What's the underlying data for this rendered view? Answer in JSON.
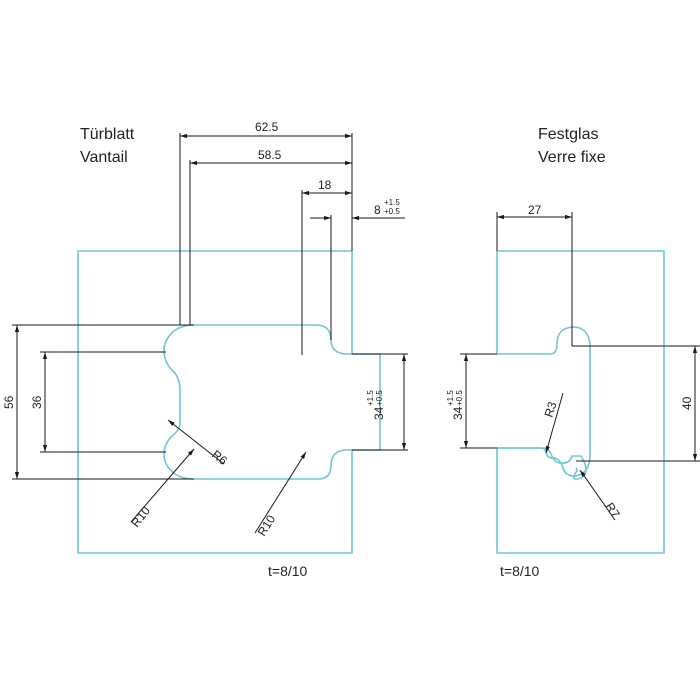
{
  "door_panel": {
    "title_de": "Türblatt",
    "title_fr": "Vantail",
    "dim_62_5": "62.5",
    "dim_58_5": "58.5",
    "dim_18": "18",
    "dim_8": "8",
    "dim_8_tol_upper": "+1.5",
    "dim_8_tol_lower": "+0.5",
    "dim_56": "56",
    "dim_36": "36",
    "dim_34": "34",
    "dim_34_tol_upper": "+1.5",
    "dim_34_tol_lower": "+0.5",
    "radius_r6": "R6",
    "radius_r10_left": "R10",
    "radius_r10_bottom": "R10",
    "thickness": "t=8/10"
  },
  "fixed_panel": {
    "title_de": "Festglas",
    "title_fr": "Verre fixe",
    "dim_27": "27",
    "dim_34": "34",
    "dim_34_tol_upper": "+1.5",
    "dim_34_tol_lower": "+0.5",
    "dim_40": "40",
    "radius_r3": "R3",
    "radius_r7": "R7",
    "thickness": "t=8/10"
  },
  "colors": {
    "glass_outline": "#6fc7d4",
    "dimension_lines": "#1a1a1a"
  }
}
